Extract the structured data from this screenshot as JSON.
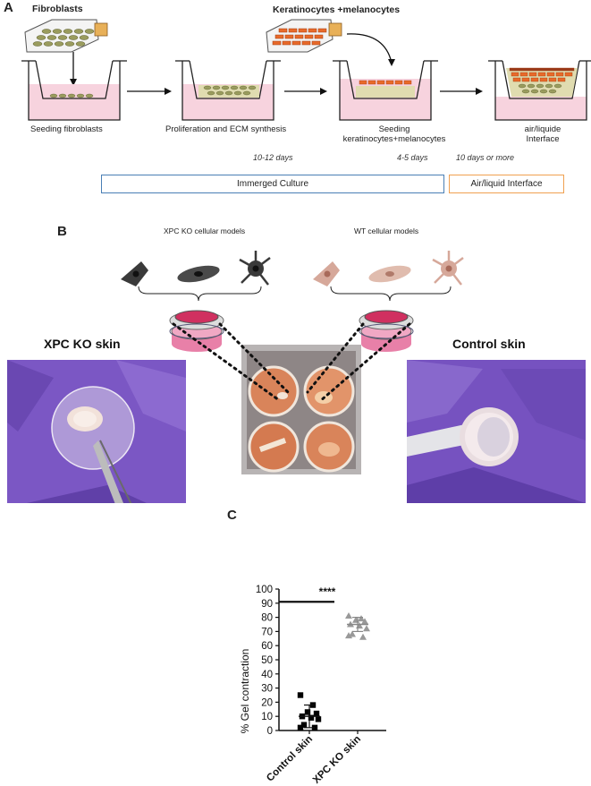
{
  "panel_a": {
    "letter": "A",
    "top_labels": {
      "fibroblasts": "Fibroblasts",
      "kerat_mel": "Keratinocytes +melanocytes"
    },
    "step_labels": [
      "Seeding fibroblasts",
      "Proliferation and ECM synthesis",
      "Seeding keratinocytes+melanocytes",
      "air/liquide Interface"
    ],
    "durations": [
      "10-12  days",
      "4-5 days",
      "10 days or more"
    ],
    "phases": [
      "Immerged Culture",
      "Air/liquid Interface"
    ],
    "colors": {
      "immerged": "#4a7fb5",
      "green": "#8cbf5a",
      "orange": "#f0a050",
      "medium_pink": "#f4c9d8"
    }
  },
  "panel_b": {
    "letter": "B",
    "model_labels": [
      "XPC KO cellular models",
      "WT cellular models"
    ],
    "skin_titles": [
      "XPC KO skin",
      "Control skin"
    ],
    "colors": {
      "ko_cells": "#3a3a3a",
      "wt_cells": "#d6a89a",
      "glove": "#7a5cc4",
      "well": "#e28a6a"
    }
  },
  "panel_c": {
    "letter": "C"
  },
  "chart_data": {
    "type": "scatter",
    "categories": [
      "Control skin",
      "XPC KO skin"
    ],
    "ylabel": "% Gel contraction",
    "ylim": [
      0,
      100
    ],
    "yticks": [
      0,
      10,
      20,
      30,
      40,
      50,
      60,
      70,
      80,
      90,
      100
    ],
    "series": [
      {
        "category": "Control skin",
        "marker": "square",
        "color": "#000000",
        "values": [
          25,
          18,
          13,
          12,
          10,
          9,
          8,
          4,
          2,
          2
        ],
        "mean": 10,
        "sd": 8
      },
      {
        "category": "XPC KO skin",
        "marker": "triangle",
        "color": "#999999",
        "values": [
          81,
          79,
          78,
          77,
          75,
          74,
          72,
          68,
          67,
          66
        ],
        "mean": 75,
        "sd": 5
      }
    ],
    "significance": "****"
  }
}
